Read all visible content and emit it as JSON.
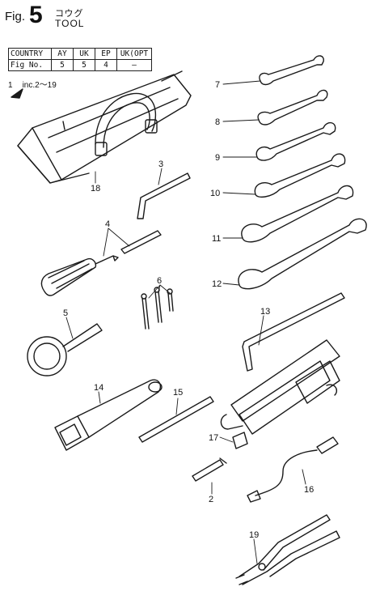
{
  "header": {
    "fig_prefix": "Fig.",
    "fig_number": "5",
    "title_jp": "コウグ",
    "title_en": "TOOL"
  },
  "country_table": {
    "row1": [
      "COUNTRY",
      "AY",
      "UK",
      "EP",
      "UK(OPT"
    ],
    "row2": [
      "Fig No.",
      "5",
      "5",
      "4",
      "—"
    ]
  },
  "note": {
    "index": "1",
    "text": "inc.2～19"
  },
  "callouts": [
    "2",
    "3",
    "4",
    "5",
    "6",
    "7",
    "8",
    "9",
    "10",
    "11",
    "12",
    "13",
    "14",
    "15",
    "16",
    "17",
    "18",
    "19"
  ]
}
